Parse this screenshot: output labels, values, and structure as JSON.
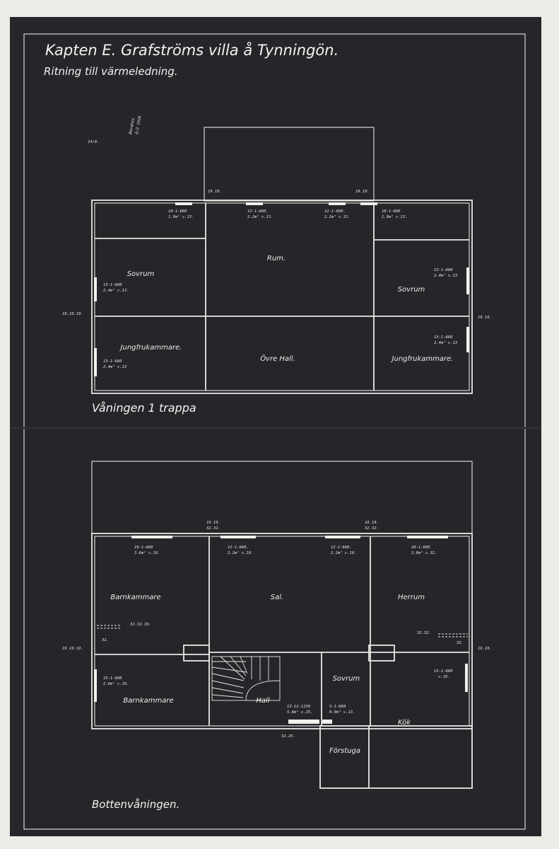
{
  "title": {
    "line1": "Kapten E. Grafströms villa å Tynningön.",
    "line2": "Ritning till värmeledning."
  },
  "margin_notes": {
    "code": "14/8.",
    "stamp_a": "Bevakas",
    "stamp_b": "6/3 1926"
  },
  "floors": {
    "upper": {
      "caption": "Våningen 1 trappa",
      "rooms": {
        "rum": "Rum.",
        "sovrum_left": "Sovrum",
        "sovrum_right": "Sovrum",
        "jungfru_left": "Jungfrukammare.",
        "jungfru_right": "Jungfrukammare.",
        "ovre_hall": "Övre Hall."
      },
      "pipe_marks": {
        "top_left": "19.19.",
        "top_right": "19.19.",
        "left": "19.19.19.",
        "right": "19.19."
      },
      "radiator_notes": {
        "r1_a": "10-1-660",
        "r1_b": "1.9m² v.13.",
        "r2_a": "12-1-660.",
        "r2_b": "2.2m² v.13.",
        "r3_a": "12-1-660.",
        "r3_b": "2.2m² v.13.",
        "r4_a": "10-1-660",
        "r4_b": "1.9m² v.13.",
        "r5_a": "13-1-660",
        "r5_b": "2.4m² v.13.",
        "r6_a": "13-1-660",
        "r6_b": "2.4m² v.13",
        "r7_a": "13-1-660",
        "r7_b": "2.4m² v.13",
        "r8_a": "13-1-660",
        "r8_b": "2.4m² v.13"
      }
    },
    "ground": {
      "caption": "Bottenvåningen.",
      "rooms": {
        "barnkammare_top": "Barnkammare",
        "sal": "Sal.",
        "herrum": "Herrum",
        "barnkammare_bottom": "Barnkammare",
        "hall": "Hall",
        "sovrum": "Sovrum",
        "kok": "Kök",
        "farstuga": "Förstuga"
      },
      "pipe_marks": {
        "top_left_a": "19.19.",
        "top_left_b": "32.32.",
        "top_right_a": "19.19.",
        "top_right_b": "32.32.",
        "left": "19.19.19.",
        "right": "19.19.",
        "left_branch": "32.32.19.",
        "left_small": "32.",
        "right_branch": "32.32.",
        "right_small": "32.",
        "bottom": "32.25."
      },
      "radiator_notes": {
        "g1_a": "19-1-660",
        "g1_b": "3.6m² v.19.",
        "g2_a": "12-1-660.",
        "g2_b": "2.2m² v.19.",
        "g3_a": "12-1-660.",
        "g3_b": "2.2m² v.19.",
        "g4_a": "20-1-660",
        "g4_b": "3.8m² v.32.",
        "g5_a": "15-1-660",
        "g5_b": "2.8m² v.19.",
        "g6_a": "15-1-660",
        "g6_b": "v.19.",
        "g7_a": "13-12-1150",
        "g7_b": "5.6m² v.25.",
        "g8_a": "5-1-660",
        "g8_b": "0.9m² v.13."
      }
    }
  }
}
